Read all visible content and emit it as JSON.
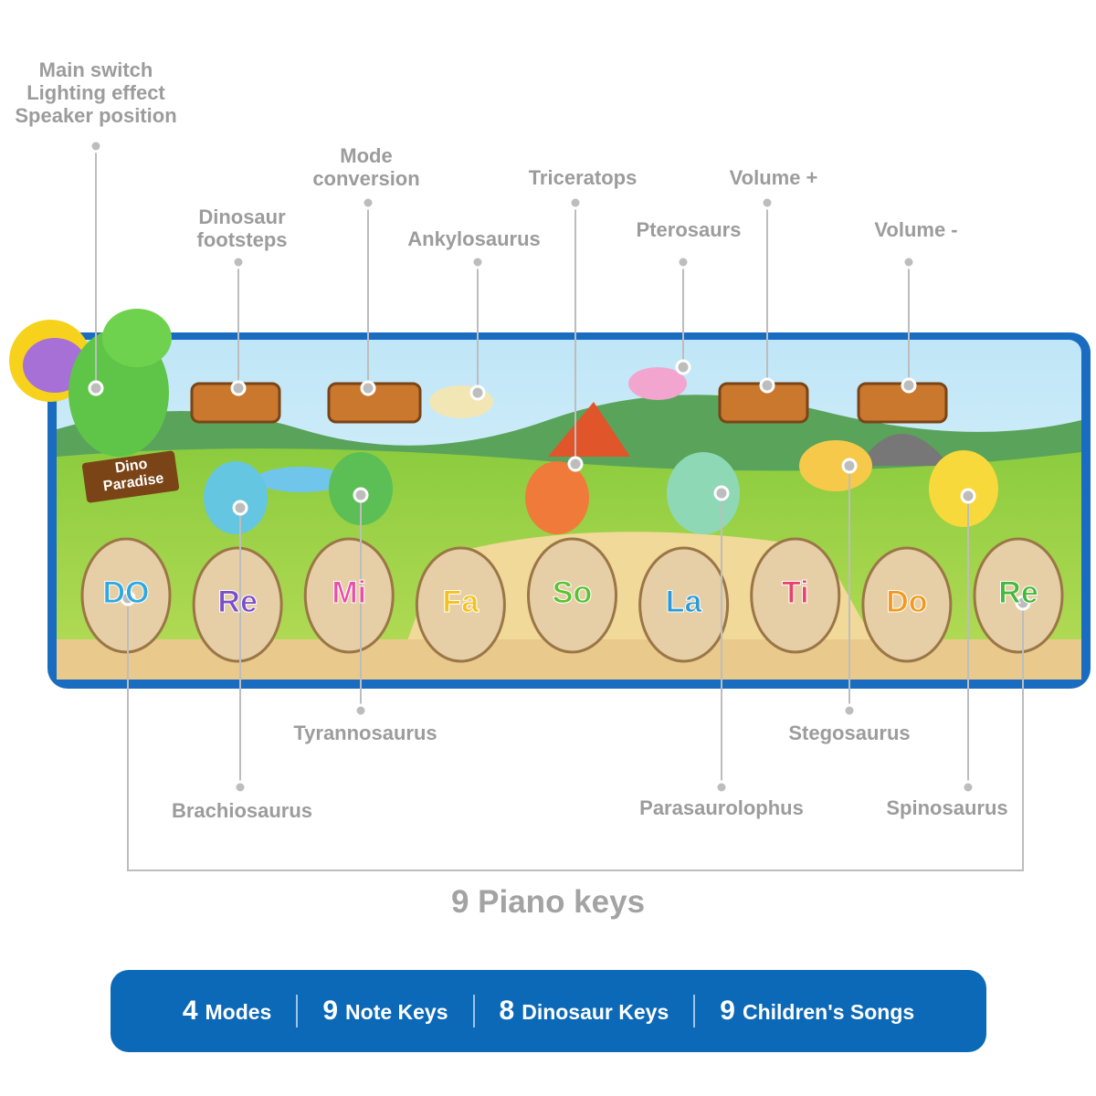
{
  "callouts_top": [
    {
      "id": "main-switch",
      "lines": [
        "Main switch",
        "Lighting effect",
        "Speaker position"
      ]
    },
    {
      "id": "dinosaur-footsteps",
      "lines": [
        "Dinosaur",
        "footsteps"
      ]
    },
    {
      "id": "mode-conversion",
      "lines": [
        "Mode",
        "conversion"
      ]
    },
    {
      "id": "ankylosaurus",
      "lines": [
        "Ankylosaurus"
      ]
    },
    {
      "id": "triceratops",
      "lines": [
        "Triceratops"
      ]
    },
    {
      "id": "pterosaurs",
      "lines": [
        "Pterosaurs"
      ]
    },
    {
      "id": "volume-up",
      "lines": [
        "Volume +"
      ]
    },
    {
      "id": "volume-down",
      "lines": [
        "Volume -"
      ]
    }
  ],
  "callouts_bottom": [
    {
      "id": "tyrannosaurus",
      "label": "Tyrannosaurus"
    },
    {
      "id": "brachiosaurus",
      "label": "Brachiosaurus"
    },
    {
      "id": "stegosaurus",
      "label": "Stegosaurus"
    },
    {
      "id": "parasaurolophus",
      "label": "Parasaurolophus"
    },
    {
      "id": "spinosaurus",
      "label": "Spinosaurus"
    }
  ],
  "piano_keys_label": "9 Piano keys",
  "mat": {
    "sign": [
      "Dino",
      "Paradise"
    ],
    "notes": [
      {
        "text": "DO",
        "color": "#2fa8e0"
      },
      {
        "text": "Re",
        "color": "#7b4fc9"
      },
      {
        "text": "Mi",
        "color": "#e84fa6"
      },
      {
        "text": "Fa",
        "color": "#f3c21b"
      },
      {
        "text": "So",
        "color": "#5cc234"
      },
      {
        "text": "La",
        "color": "#2a9bd8"
      },
      {
        "text": "Ti",
        "color": "#e8436b"
      },
      {
        "text": "Do",
        "color": "#f39a1c"
      },
      {
        "text": "Re",
        "color": "#46b83a"
      }
    ]
  },
  "features": [
    {
      "num": "4",
      "text": "Modes"
    },
    {
      "num": "9",
      "text": "Note Keys"
    },
    {
      "num": "8",
      "text": "Dinosaur Keys"
    },
    {
      "num": "9",
      "text": "Children's Songs"
    }
  ],
  "colors": {
    "label": "#9c9c9c",
    "bar": "#0b69b7",
    "mat_border": "#1a6cc0"
  }
}
